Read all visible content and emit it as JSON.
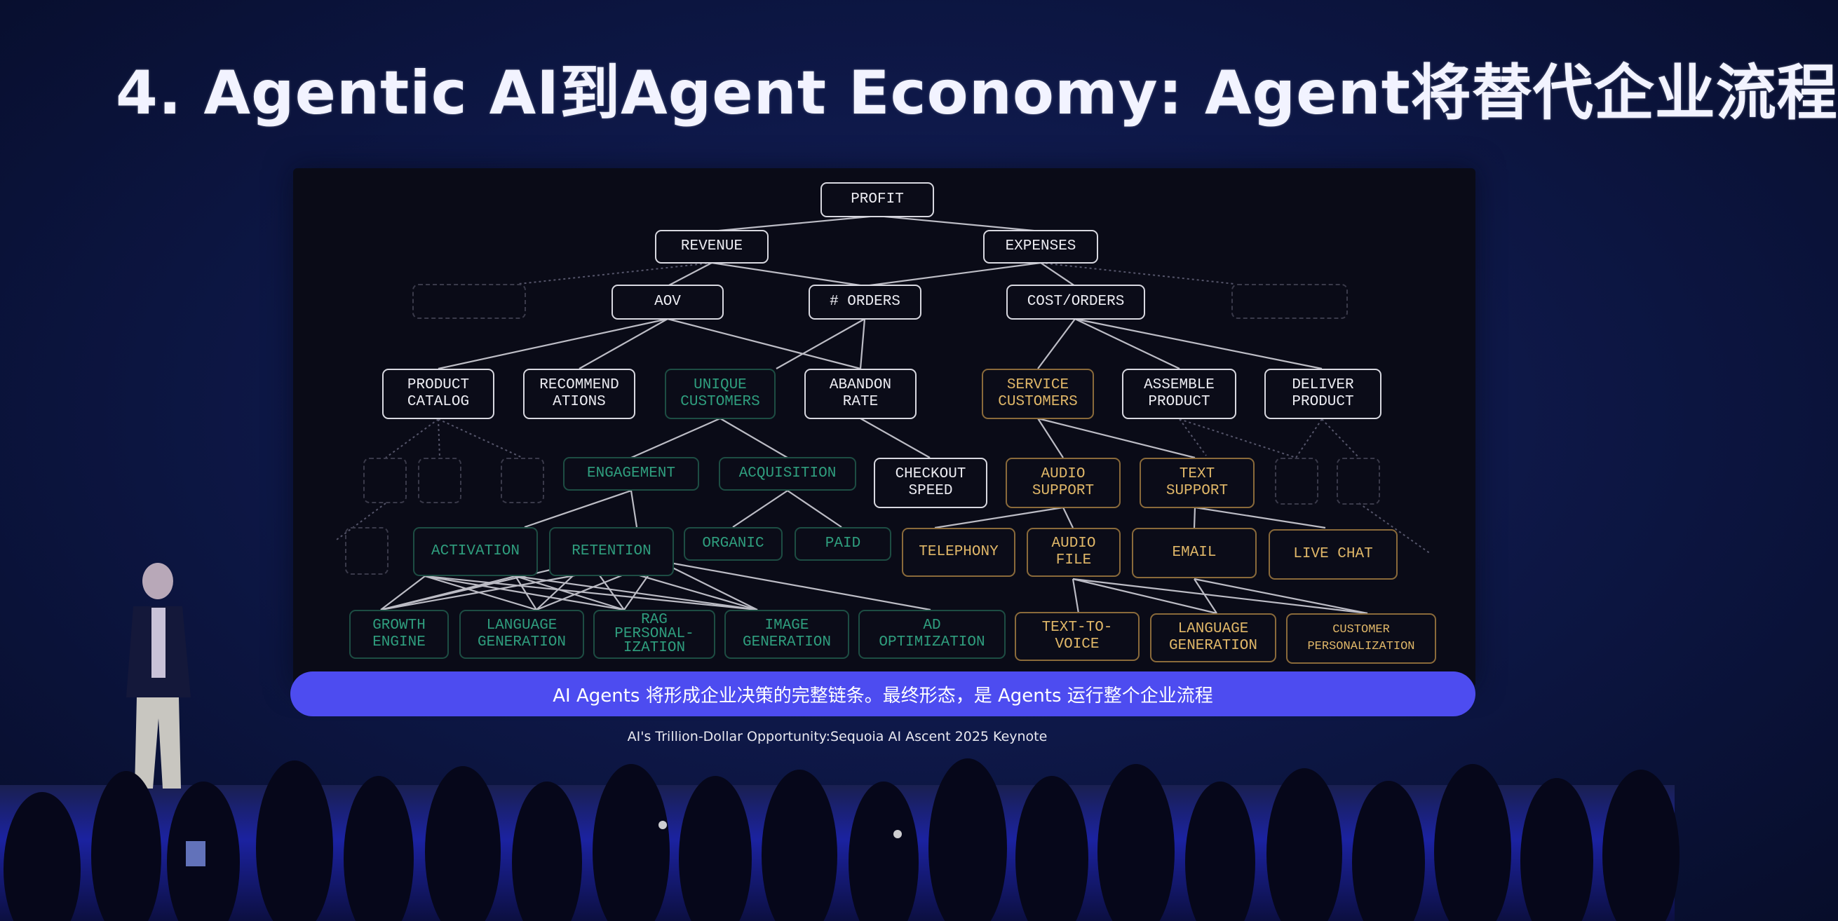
{
  "slide": {
    "title": "4. Agentic AI到Agent Economy: Agent将替代企业流程",
    "banner_text": "AI Agents 将形成企业决策的完整链条。最终形态，是 Agents 运行整个企业流程",
    "source_caption": "AI's Trillion-Dollar Opportunity:Sequoia AI Ascent 2025 Keynote",
    "colors": {
      "background": "#0e1848",
      "banner": "#4d4cf0",
      "node_white": "#d8d8e0",
      "node_green": "#2f9e7e",
      "node_orange": "#e0b768",
      "panel": "#0a0b17"
    }
  },
  "diagram": {
    "nodes": {
      "profit": "PROFIT",
      "revenue": "REVENUE",
      "expenses": "EXPENSES",
      "aov": "AOV",
      "orders": "# ORDERS",
      "cost_orders": "COST/ORDERS",
      "product_catalog": "PRODUCT\nCATALOG",
      "recommendations": "RECOMMEND\nATIONS",
      "unique_customers": "UNIQUE\nCUSTOMERS",
      "abandon_rate": "ABANDON\nRATE",
      "service_customers": "SERVICE\nCUSTOMERS",
      "assemble_product": "ASSEMBLE\nPRODUCT",
      "deliver_product": "DELIVER\nPRODUCT",
      "engagement": "ENGAGEMENT",
      "acquisition": "ACQUISITION",
      "checkout_speed": "CHECKOUT\nSPEED",
      "audio_support": "AUDIO\nSUPPORT",
      "text_support": "TEXT\nSUPPORT",
      "activation": "ACTIVATION",
      "retention": "RETENTION",
      "organic": "ORGANIC",
      "paid": "PAID",
      "telephony": "TELEPHONY",
      "audio_file": "AUDIO\nFILE",
      "email": "EMAIL",
      "live_chat": "LIVE CHAT",
      "growth_engine": "GROWTH\nENGINE",
      "language_generation_green": "LANGUAGE\nGENERATION",
      "rag_personalization": "RAG\nPERSONAL-\nIZATION",
      "image_generation": "IMAGE\nGENERATION",
      "ad_optimization": "AD\nOPTIMIZATION",
      "text_to_voice": "TEXT-TO-\nVOICE",
      "language_generation_orange": "LANGUAGE\nGENERATION",
      "customer_personalization": "CUSTOMER\nPERSONALIZATION"
    }
  }
}
